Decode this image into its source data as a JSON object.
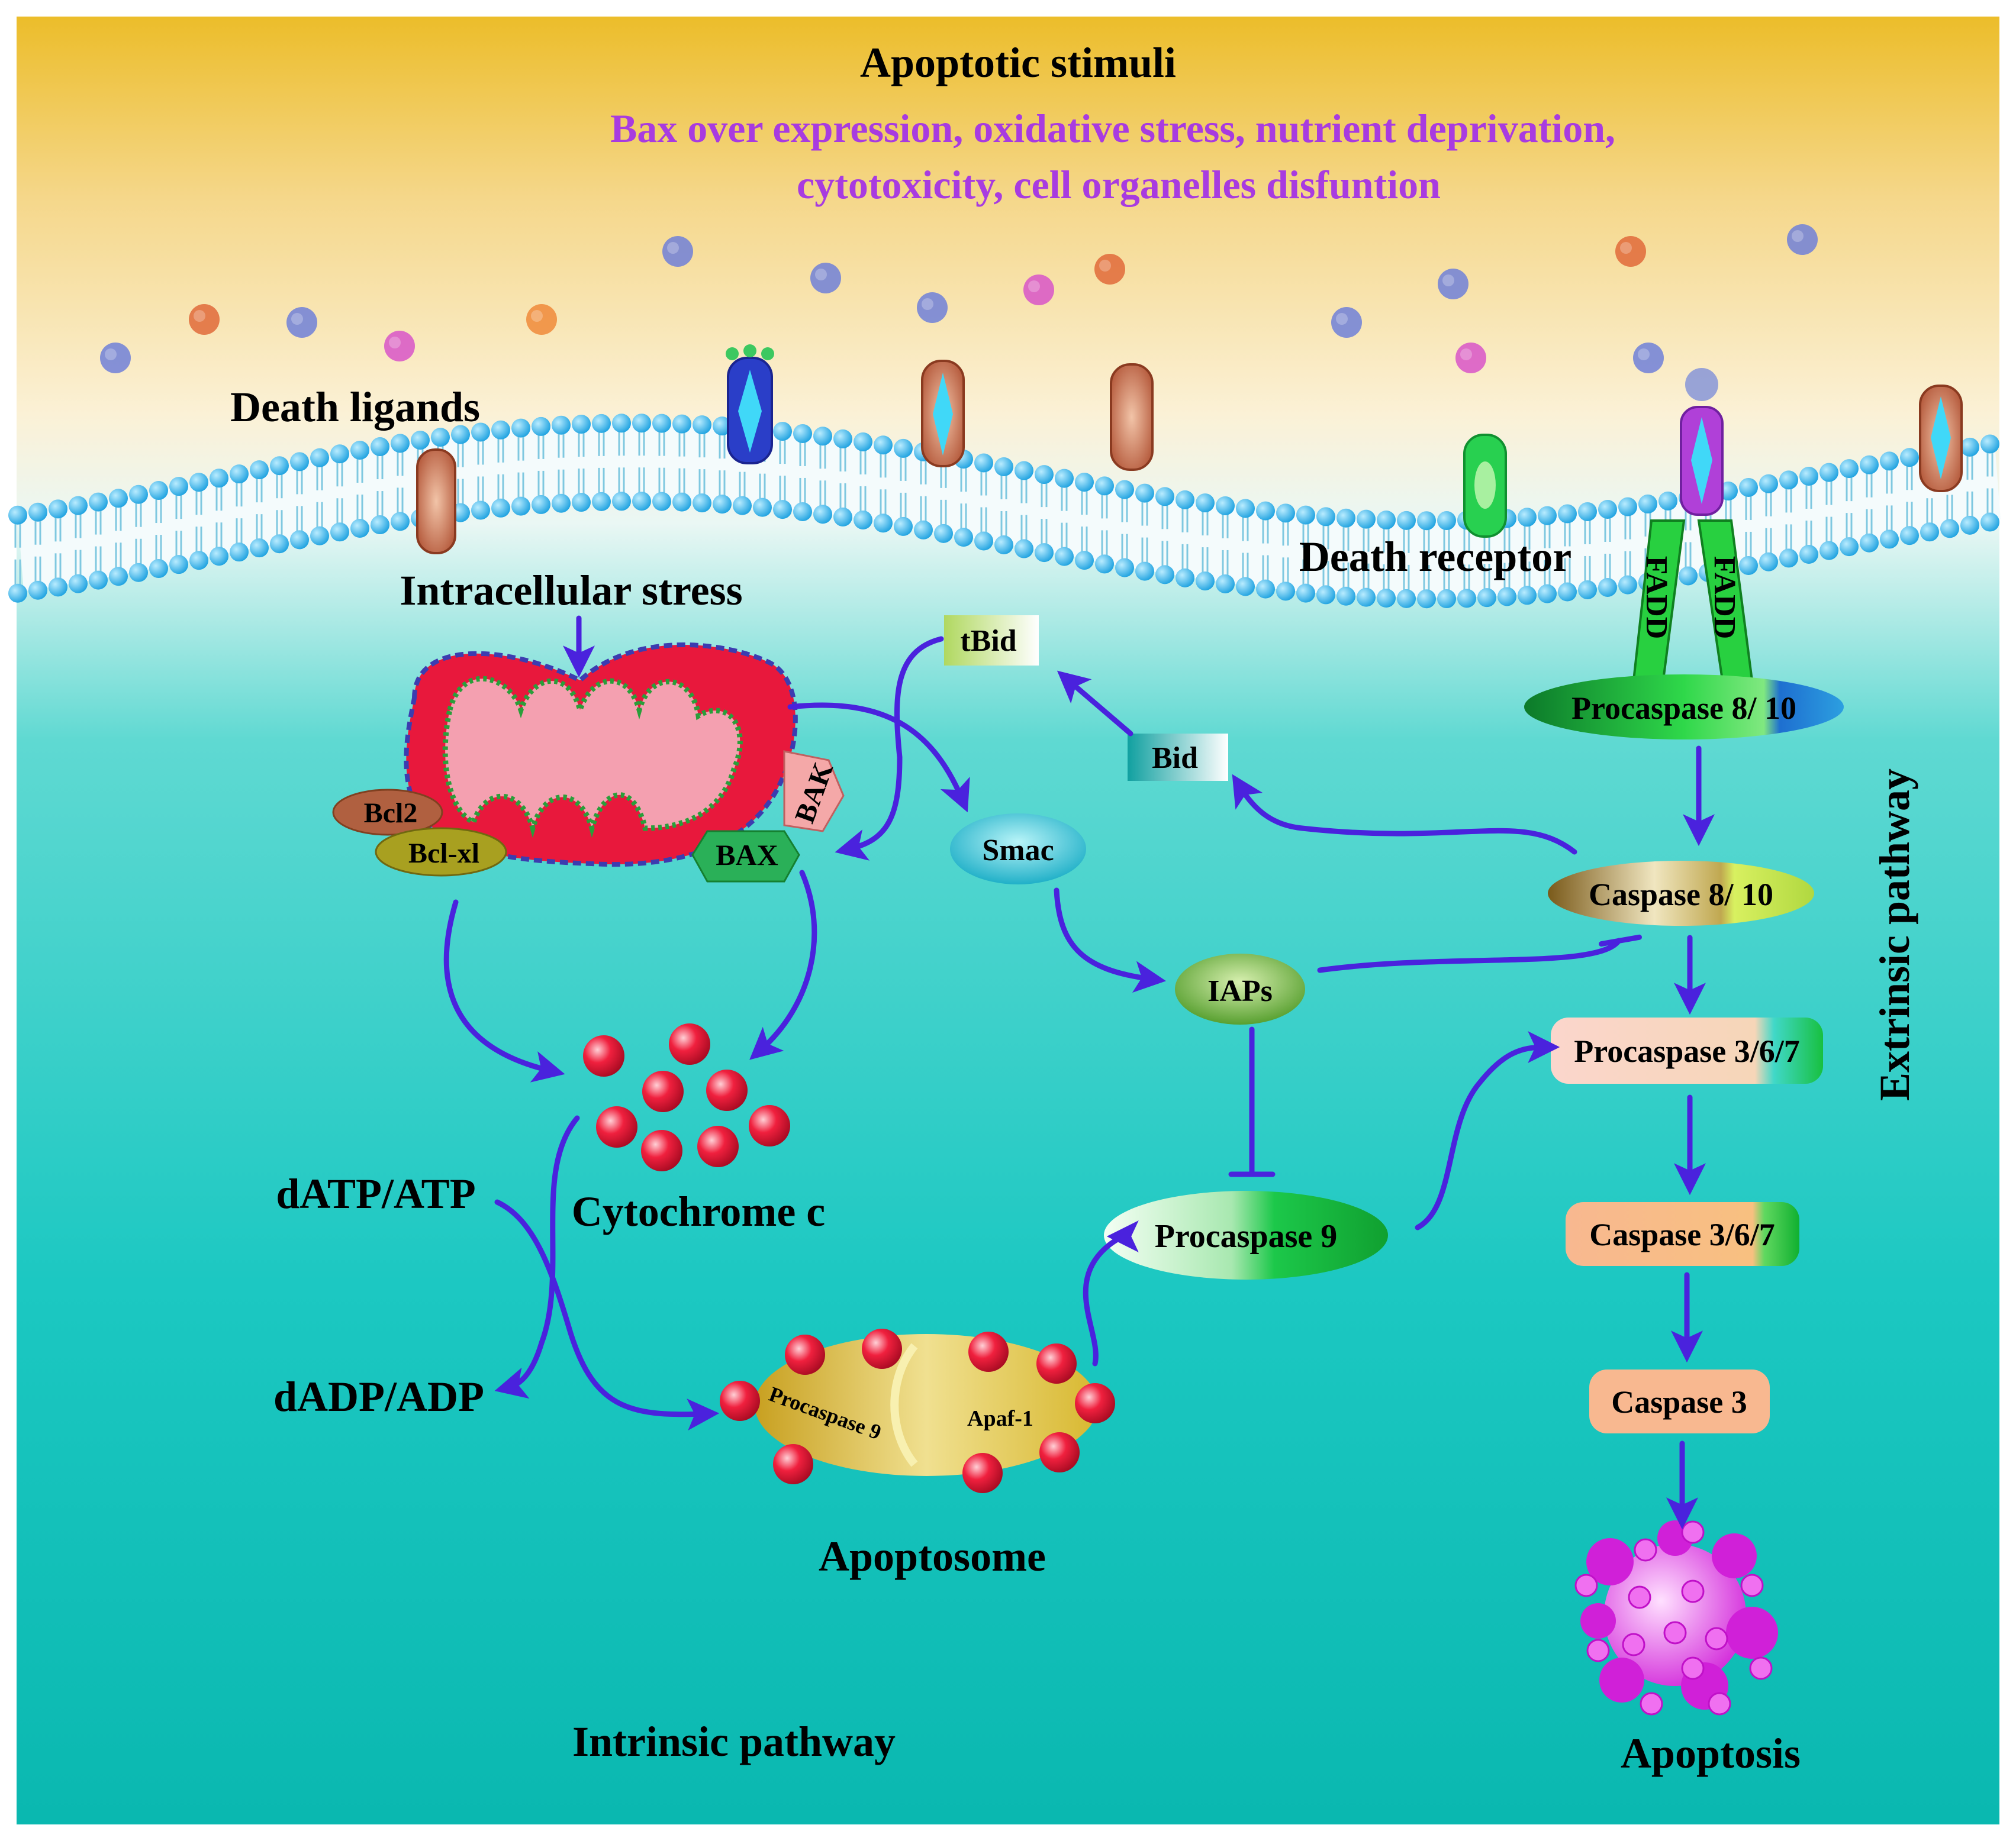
{
  "header": {
    "title": "Apoptotic  stimuli",
    "subtitle_line1": "Bax over expression, oxidative stress, nutrient deprivation,",
    "subtitle_line2": "cytotoxicity, cell organelles disfuntion"
  },
  "membrane": {
    "death_ligands": "Death ligands",
    "death_receptor": "Death receptor",
    "intracellular_stress": "Intracellular stress"
  },
  "mitochondrion": {
    "bak": "BAK",
    "bax": "BAX",
    "bcl2": "Bcl2",
    "bclxl": "Bcl-xl"
  },
  "intrinsic": {
    "cytochrome": "Cytochrome c",
    "datp": "dATP/ATP",
    "dadp": "dADP/ADP",
    "apoptosome": "Apoptosome",
    "apoptosome_procaspase": "Procaspase 9",
    "apoptosome_apaf": "Apaf-1",
    "procaspase9": "Procaspase 9",
    "pathway_label": "Intrinsic pathway"
  },
  "middle": {
    "tbid": "tBid",
    "bid": "Bid",
    "smac": "Smac",
    "iaps": "IAPs"
  },
  "extrinsic": {
    "fadd1": "FADD",
    "fadd2": "FADD",
    "procaspase810": "Procaspase 8/ 10",
    "caspase810": "Caspase 8/ 10",
    "procaspase367": "Procaspase 3/6/7",
    "caspase367": "Caspase 3/6/7",
    "caspase3": "Caspase 3",
    "apoptosis": "Apoptosis",
    "pathway_label": "Extrinsic pathway"
  },
  "colors": {
    "arrow": "#4a22dd",
    "stimuli_text": "#a83be0",
    "membrane_head": "#2fb2e8",
    "cytochrome": "#e8203a"
  }
}
